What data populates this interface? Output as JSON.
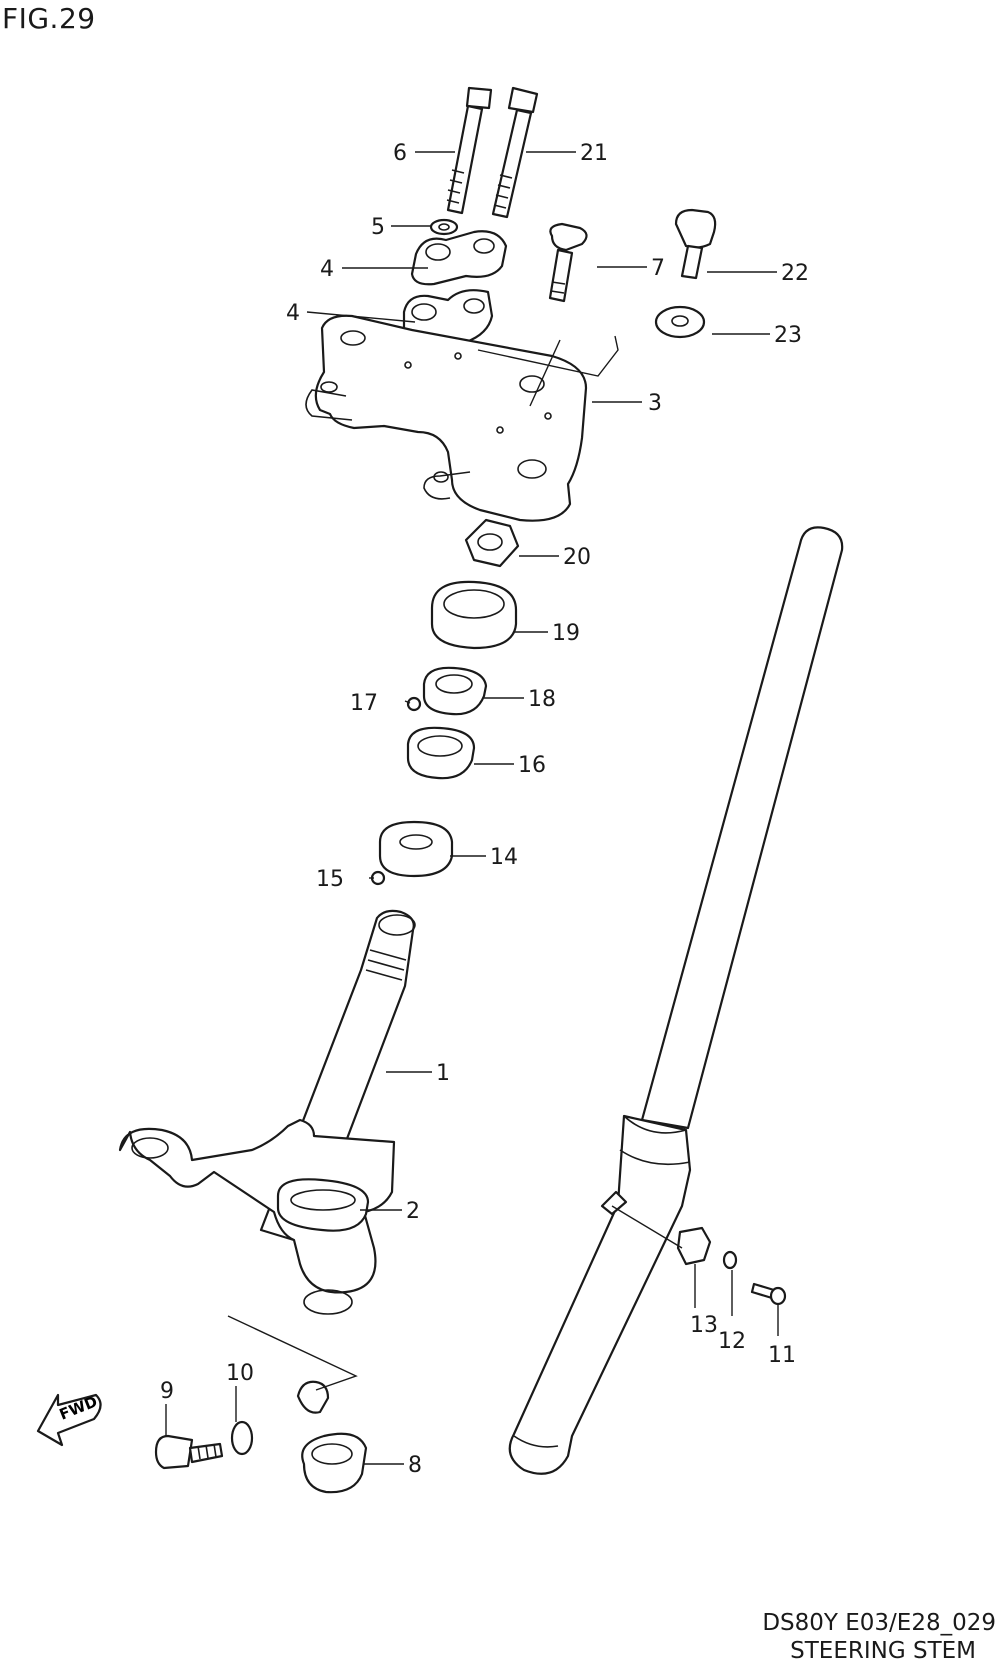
{
  "figure_label": "FIG.29",
  "diagram_code": "DS80Y E03/E28_029",
  "caption": "STEERING STEM",
  "fwd_label": "FWD",
  "callouts": [
    {
      "id": "c6",
      "number": "6"
    },
    {
      "id": "c21",
      "number": "21"
    },
    {
      "id": "c5",
      "number": "5"
    },
    {
      "id": "c4a",
      "number": "4"
    },
    {
      "id": "c7",
      "number": "7"
    },
    {
      "id": "c22",
      "number": "22"
    },
    {
      "id": "c4b",
      "number": "4"
    },
    {
      "id": "c23",
      "number": "23"
    },
    {
      "id": "c3",
      "number": "3"
    },
    {
      "id": "c20",
      "number": "20"
    },
    {
      "id": "c19",
      "number": "19"
    },
    {
      "id": "c17",
      "number": "17"
    },
    {
      "id": "c18",
      "number": "18"
    },
    {
      "id": "c16",
      "number": "16"
    },
    {
      "id": "c15",
      "number": "15"
    },
    {
      "id": "c14",
      "number": "14"
    },
    {
      "id": "c1",
      "number": "1"
    },
    {
      "id": "c2",
      "number": "2"
    },
    {
      "id": "c13",
      "number": "13"
    },
    {
      "id": "c12",
      "number": "12"
    },
    {
      "id": "c11",
      "number": "11"
    },
    {
      "id": "c9",
      "number": "9"
    },
    {
      "id": "c10",
      "number": "10"
    },
    {
      "id": "c8",
      "number": "8"
    }
  ]
}
